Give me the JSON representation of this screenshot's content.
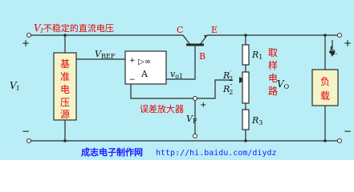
{
  "colors": {
    "background": "#b9eef6",
    "wire": "#2b2b2b",
    "red_text": "#e60000",
    "blue_text": "#1a1aff",
    "box_fill": "#f4f4c8"
  },
  "labels": {
    "vi_unstable_prefix": "V",
    "vi_unstable_sub": "I",
    "vi_unstable_text": "不稳定的直流电压",
    "ref_source": [
      "基",
      "准",
      "电",
      "压",
      "源"
    ],
    "vref_main": "V",
    "vref_sub": "REF",
    "opamp_symbol": "▷∞",
    "opamp_letter": "A",
    "vo1_main": "v",
    "vo1_sub": "o1",
    "collector": "C",
    "emitter": "E",
    "base": "B",
    "r1_main": "R",
    "r1_sub": "1",
    "r2a_main": "R",
    "r2a_sub": "2",
    "r2a_prime": "′",
    "r2b_main": "R",
    "r2b_sub": "2",
    "r2b_prime": "″",
    "r3_main": "R",
    "r3_sub": "3",
    "sampling_circuit": [
      "取",
      "样",
      "电",
      "路"
    ],
    "error_amp": "误差放大器",
    "vf_main": "V",
    "vf_sub": "F",
    "vi_left_main": "V",
    "vi_left_sub": "I",
    "vo_main": "V",
    "vo_sub": "O",
    "il_main": "I",
    "il_sub": "L",
    "load": [
      "负",
      "载"
    ],
    "plus": "+",
    "minus": "−",
    "site_name": "成志电子制作网",
    "site_url": "http://hi.baidu.com/diydz"
  }
}
